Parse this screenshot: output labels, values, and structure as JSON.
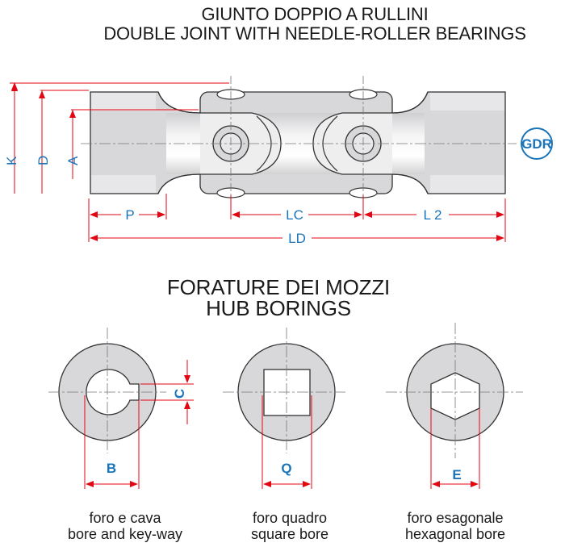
{
  "titles": {
    "main_it": "GIUNTO DOPPIO A RULLINI",
    "main_en": "DOUBLE JOINT WITH NEEDLE-ROLLER BEARINGS",
    "hub_it": "FORATURE DEI MOZZI",
    "hub_en": "HUB BORINGS"
  },
  "badge": "GDR",
  "dimensions": {
    "K": "K",
    "D": "D",
    "A": "A",
    "P": "P",
    "LC": "LC",
    "L2": "L 2",
    "LD": "LD",
    "B": "B",
    "C": "C",
    "Q": "Q",
    "E": "E"
  },
  "captions": [
    {
      "it": "foro e cava",
      "en": "bore and key-way"
    },
    {
      "it": "foro quadro",
      "en": "square bore"
    },
    {
      "it": "foro esagonale",
      "en": "hexagonal bore"
    }
  ],
  "colors": {
    "dimension_red": "#e30613",
    "label_blue": "#1a74b9",
    "part_gray": "#d6d6d8"
  }
}
